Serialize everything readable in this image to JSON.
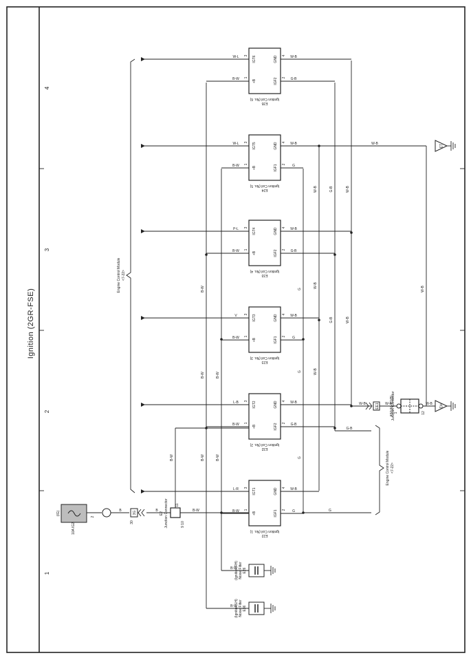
{
  "title": "Ignition (2GR-FSE)",
  "zones": [
    "1",
    "2",
    "3",
    "4"
  ],
  "coils": [
    {
      "id": "E22",
      "name": "Ignition Coil (No. 1)",
      "igt": "IGT1",
      "igt_wire": "L-R",
      "igf": "IGF1",
      "igf_wire": "G",
      "gnd_wire": "W-B",
      "b_wire": "B-W"
    },
    {
      "id": "E32",
      "name": "Ignition Coil (No. 2)",
      "igt": "IGT2",
      "igt_wire": "L-B",
      "igf": "IGF2",
      "igf_wire": "G-B",
      "gnd_wire": "W-B",
      "b_wire": "B-W"
    },
    {
      "id": "E23",
      "name": "Ignition Coil (No. 3)",
      "igt": "IGT3",
      "igt_wire": "V",
      "igf": "IGF1",
      "igf_wire": "G",
      "gnd_wire": "W-B",
      "b_wire": "B-W"
    },
    {
      "id": "E33",
      "name": "Ignition Coil (No. 4)",
      "igt": "IGT4",
      "igt_wire": "P-L",
      "igf": "IGF2",
      "igf_wire": "G-B",
      "gnd_wire": "W-B",
      "b_wire": "B-W"
    },
    {
      "id": "E24",
      "name": "Ignition Coil (No. 5)",
      "igt": "IGT5",
      "igt_wire": "W-L",
      "igf": "IGF1",
      "igf_wire": "G",
      "gnd_wire": "W-B",
      "b_wire": "B-W"
    },
    {
      "id": "E35",
      "name": "Ignition Coil (No. 6)",
      "igt": "IGT6",
      "igt_wire": "W-L",
      "igf": "IGF2",
      "igf_wire": "G-B",
      "gnd_wire": "W-B",
      "b_wire": "B-W"
    }
  ],
  "pin_labels": {
    "b": "+B",
    "gnd": "GND",
    "p1": "1",
    "p2": "2",
    "p3": "3",
    "p4": "4"
  },
  "fuse": {
    "name": "10A IG2",
    "source": "(IG)",
    "pin": "2",
    "wire": "B"
  },
  "junction": {
    "id": "E2",
    "name": "Junction Connector",
    "pins": "9  10",
    "top_pin": "11",
    "in_wire": "B",
    "out_wire": "B-W",
    "top_wire": "B-W",
    "connector": "3G",
    "connector_pin": "30"
  },
  "ecm_top": {
    "name": "Engine Control Module",
    "ref": "<7-22>"
  },
  "ecm_bottom": {
    "name": "Engine Control Module",
    "ref": "<7-22>"
  },
  "noise_filters": [
    {
      "id": "E26",
      "name": "Noise Filter",
      "sub": "(Ignition RH)",
      "wire": "B-W"
    },
    {
      "id": "E36",
      "name": "Noise Filter",
      "sub": "(Ignition LH)",
      "wire": "B-W"
    }
  ],
  "a50": {
    "id": "A50(A), E1(B)",
    "name": "Junction Connector",
    "pins_left": "1",
    "pins_right": "12",
    "in_wire": "W-B",
    "out_wire": "W-B",
    "conn": "EE1"
  },
  "grounds": [
    "ET",
    "EH"
  ],
  "bus_wires": {
    "bw": "B-W",
    "g": "G",
    "gb": "G-B",
    "wb": "W-B"
  }
}
